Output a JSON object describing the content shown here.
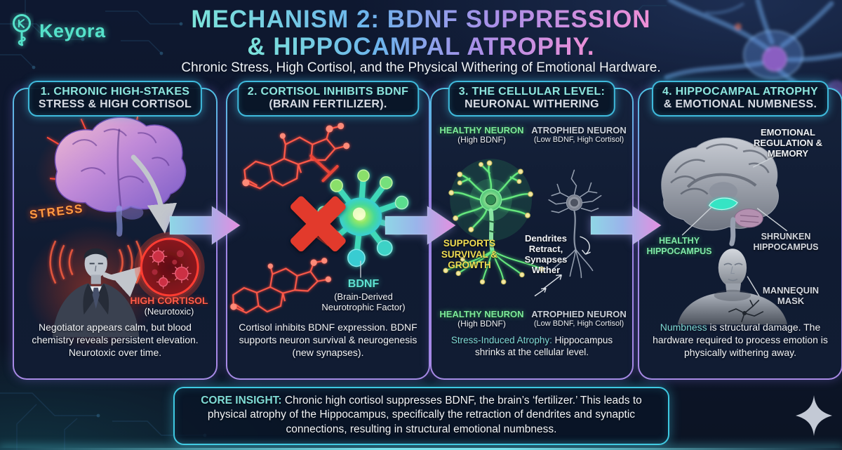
{
  "brand": {
    "name": "Keyora"
  },
  "header": {
    "title1": "MECHANISM 2: BDNF SUPPRESSION",
    "title2": "& HIPPOCAMPAL ATROPHY.",
    "subtitle": "Chronic Stress, High Cortisol, and the Physical Withering of Emotional Hardware."
  },
  "panels": [
    {
      "title1": "1. CHRONIC HIGH-STAKES",
      "title2": "STRESS & HIGH CORTISOL",
      "stress_label": "STRESS",
      "cortisol_label": "HIGH CORTISOL",
      "cortisol_sub": "(Neurotoxic)",
      "description": "Negotiator appears calm, but blood chemistry reveals persistent elevation. Neurotoxic over time."
    },
    {
      "title1": "2. CORTISOL INHIBITS BDNF",
      "title2": "(BRAIN FERTILIZER).",
      "bdnf_label": "BDNF",
      "bdnf_sub1": "(Brain-Derived",
      "bdnf_sub2": "Neurotrophic Factor)",
      "description": "Cortisol inhibits BDNF expression. BDNF supports neuron survival & neurogenesis (new synapses)."
    },
    {
      "title1": "3. THE CELLULAR LEVEL:",
      "title2": "NEURONAL WITHERING",
      "healthy_label": "HEALTHY NEURON",
      "healthy_sub": "(High BDNF)",
      "atrophied_label": "ATROPHIED NEURON",
      "atrophied_sub": "(Low BDNF, High Cortisol)",
      "supports_label": "SUPPORTS SURVIVAL & GROWTH",
      "dendrites_label": "Dendrites Retract, Synapses Wither",
      "desc_accent": "Stress-Induced Atrophy:",
      "desc_rest": " Hippocampus shrinks at the cellular level."
    },
    {
      "title1": "4. HIPPOCAMPAL ATROPHY",
      "title2": "& EMOTIONAL NUMBNESS.",
      "regulation_label": "EMOTIONAL REGULATION & MEMORY",
      "healthy_label": "HEALTHY HIPPOCAMPUS",
      "shrunken_label": "SHRUNKEN HIPPOCAMPUS",
      "mannequin_label": "MANNEQUIN MASK",
      "desc_accent": "Numbness",
      "desc_rest": " is structural damage. The hardware required to process emotion is physically withering away."
    }
  ],
  "core_insight": {
    "label": "CORE INSIGHT:",
    "text": " Chronic high cortisol suppresses BDNF, the brain’s ‘fertilizer.’ This leads to physical atrophy of the Hippocampus, specifically the retraction of dendrites and synaptic connections, resulting in structural emotional numbness."
  },
  "colors": {
    "accent_teal": "#6fd9d4",
    "accent_pink": "#ef8fd6",
    "alert_red": "#e23a2c",
    "healthy_green": "#7cea99",
    "warning_yellow": "#f0dc52",
    "stress_orange": "#ff9a42",
    "border_purple": "#9d85e6",
    "pill_cyan": "#3fbbdd"
  }
}
